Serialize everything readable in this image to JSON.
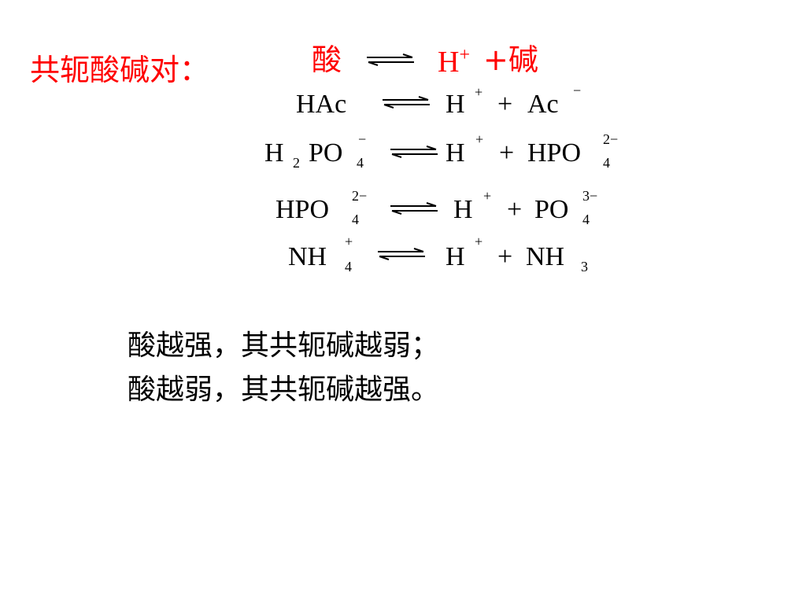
{
  "title": {
    "label": "共轭酸碱对：",
    "color": "#ff0000"
  },
  "header_eq": {
    "acid": "酸",
    "proton": "H",
    "proton_charge": "+",
    "plus_base": "+碱",
    "color": "#ff0000"
  },
  "equations": [
    {
      "acid": "HAc",
      "product_h": "H",
      "product_h_charge": "+",
      "plus": "+",
      "base": "Ac",
      "base_charge": "−"
    },
    {
      "acid_h": "H",
      "acid_sub_h": "2",
      "acid_po": "PO",
      "acid_sub": "4",
      "acid_charge": "−",
      "product_h": "H",
      "product_h_charge": "+",
      "plus": "+",
      "base": "HPO",
      "base_sub": "4",
      "base_charge": "2−"
    },
    {
      "acid": "HPO",
      "acid_sub": "4",
      "acid_charge": "2−",
      "product_h": "H",
      "product_h_charge": "+",
      "plus": "+",
      "base": "PO",
      "base_sub": "4",
      "base_charge": "3−"
    },
    {
      "acid": "NH",
      "acid_sub": "4",
      "acid_charge": "+",
      "product_h": "H",
      "product_h_charge": "+",
      "plus": "+",
      "base": "NH",
      "base_sub": "3"
    }
  ],
  "conclusions": [
    "酸越强，其共轭碱越弱；",
    "酸越弱，其共轭碱越强。"
  ]
}
